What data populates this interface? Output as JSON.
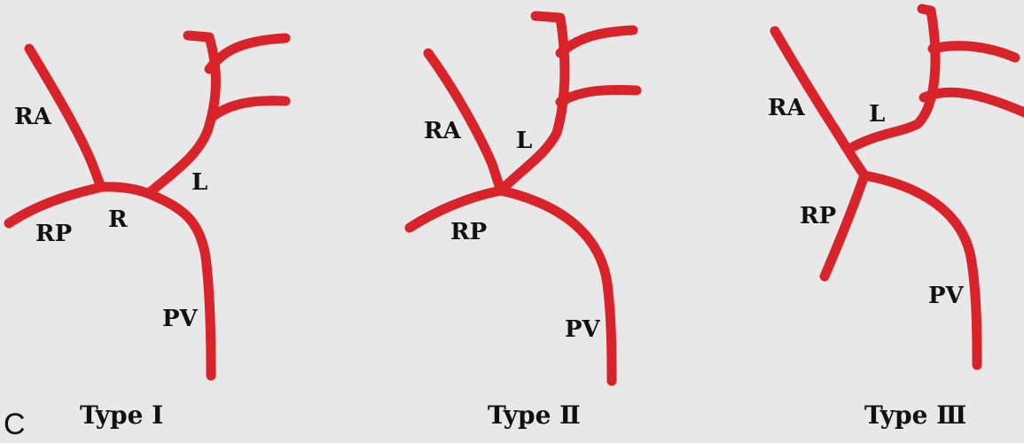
{
  "colors": {
    "vessel": "#d9232a",
    "text": "#111111",
    "background": "#e8e8e8"
  },
  "panel_label": "C",
  "types": [
    {
      "title": "Type Ⅰ",
      "labels": {
        "ra": "RA",
        "rp": "RP",
        "r": "R",
        "l": "L",
        "pv": "PV"
      }
    },
    {
      "title": "Type Ⅱ",
      "labels": {
        "ra": "RA",
        "rp": "RP",
        "l": "L",
        "pv": "PV"
      }
    },
    {
      "title": "Type Ⅲ",
      "labels": {
        "ra": "RA",
        "rp": "RP",
        "l": "L",
        "pv": "PV"
      }
    }
  ]
}
